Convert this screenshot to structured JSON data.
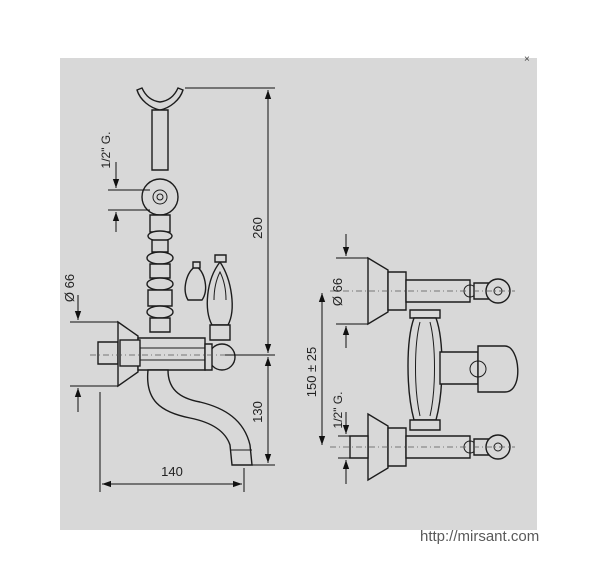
{
  "page": {
    "close_glyph": "×",
    "watermark": "http://mirsant.com"
  },
  "side_view": {
    "dim_height": "260",
    "dim_spout": "130",
    "dim_width": "140",
    "dim_diameter": "Ø 66",
    "dim_thread": "1/2\" G."
  },
  "front_view": {
    "dim_diameter": "Ø 66",
    "dim_centers": "150 ± 25",
    "dim_thread": "1/2\" G."
  }
}
